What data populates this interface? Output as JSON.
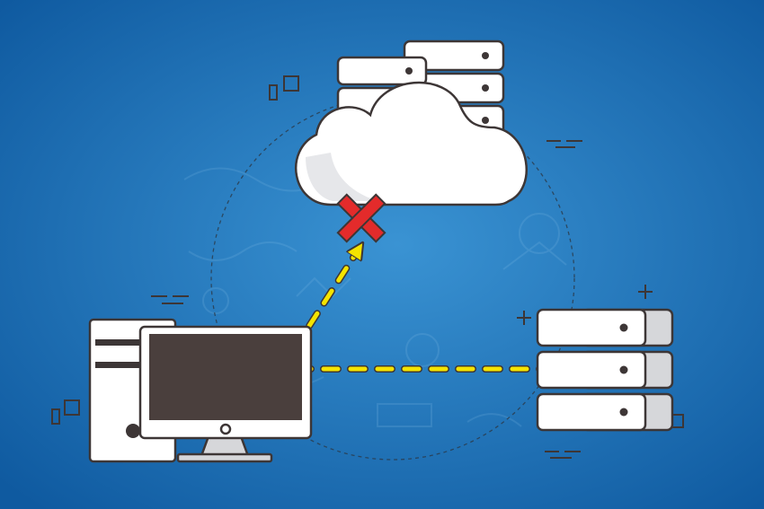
{
  "diagram": {
    "nodes": [
      {
        "id": "cloud",
        "icon": "cloud-icon"
      },
      {
        "id": "cloud-servers",
        "icon": "server-stack-icon"
      },
      {
        "id": "desktop",
        "icon": "desktop-computer-icon"
      },
      {
        "id": "local-servers",
        "icon": "server-stack-icon"
      }
    ],
    "connections": [
      {
        "from": "desktop",
        "to": "cloud",
        "status": "failed"
      },
      {
        "from": "desktop",
        "to": "local-servers",
        "status": "ok"
      }
    ],
    "status_icons": {
      "failed": "red-x-icon"
    }
  },
  "colors": {
    "background_center": "#3a93d3",
    "background_edge": "#0f5aa0",
    "device_white": "#ffffff",
    "device_shade": "#d6d7da",
    "outline": "#3d3636",
    "screen": "#4a3f3d",
    "arrow": "#f5e400",
    "error": "#e32b2b"
  }
}
